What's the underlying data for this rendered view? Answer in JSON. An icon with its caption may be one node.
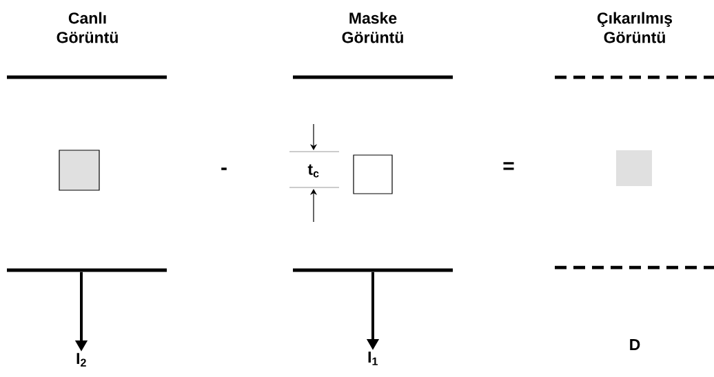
{
  "diagram": {
    "nodes": [
      {
        "text": [],
        "shape": "box"
      },
      {
        "text": [],
        "shape": "box"
      },
      {
        "text": [],
        "shape": "box"
      },
      {
        "text": [],
        "shape": "bar"
      },
      {
        "text": [
          "I$_{2}$"
        ]
      },
      {
        "text": [],
        "shape": "bar"
      },
      {
        "text": [
          "I$_{1}$"
        ]
      }
    ],
    "edges": [
      {
        "from": 3,
        "to": 4,
        "arrow": "to"
      },
      {
        "from": 5,
        "to": 6,
        "arrow": "to"
      }
    ],
    "labels": [
      "Canlı Görüntü",
      "Maske Görüntü",
      "Çıkarılmış Görüntü",
      "-",
      "t$_{c}$",
      "=",
      "D"
    ]
  }
}
